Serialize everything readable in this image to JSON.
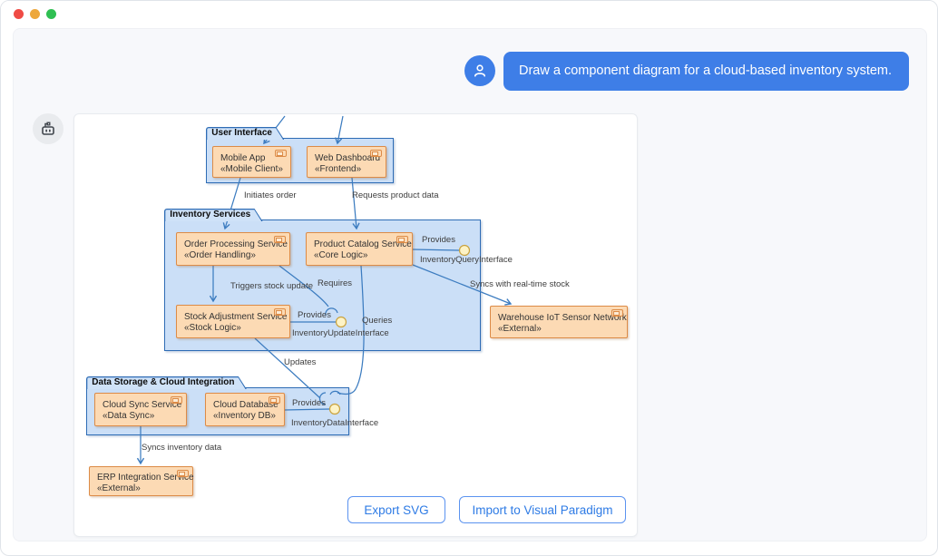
{
  "window": {
    "traffic_lights": {
      "red": "#ef4b45",
      "yellow": "#eda73b",
      "green": "#2fbf52"
    }
  },
  "chat": {
    "user_message": "Draw a component diagram for a cloud-based inventory system.",
    "user_avatar_icon": "person-icon",
    "bot_avatar_icon": "robot-icon"
  },
  "actions": {
    "export_svg": "Export SVG",
    "import_vp": "Import to Visual Paradigm"
  },
  "colors": {
    "accent_blue": "#3e7ee7",
    "package_fill": "#cbdff7",
    "package_border": "#2e6cb5",
    "component_fill": "#fcdab4",
    "component_border": "#dc8b47",
    "edge_blue": "#3c7cc0",
    "interface_ball_fill": "#fdf3c6",
    "interface_ball_border": "#c9a23f"
  },
  "diagram": {
    "packages": {
      "user_interface": "User Interface",
      "inventory_services": "Inventory Services",
      "data_storage": "Data Storage & Cloud Integration"
    },
    "components": {
      "mobile_app": {
        "name": "Mobile App",
        "stereotype": "«Mobile Client»"
      },
      "web_dashboard": {
        "name": "Web Dashboard",
        "stereotype": "«Frontend»"
      },
      "order_processing": {
        "name": "Order Processing Service",
        "stereotype": "«Order Handling»"
      },
      "product_catalog": {
        "name": "Product Catalog Service",
        "stereotype": "«Core Logic»"
      },
      "stock_adjustment": {
        "name": "Stock Adjustment Service",
        "stereotype": "«Stock Logic»"
      },
      "warehouse_iot": {
        "name": "Warehouse IoT Sensor Network",
        "stereotype": "«External»"
      },
      "cloud_sync": {
        "name": "Cloud Sync Service",
        "stereotype": "«Data Sync»"
      },
      "cloud_database": {
        "name": "Cloud Database",
        "stereotype": "«Inventory DB»"
      },
      "erp_integration": {
        "name": "ERP Integration Service",
        "stereotype": "«External»"
      }
    },
    "edges": {
      "initiates_order": "Initiates order",
      "requests_product_data": "Requests product data",
      "triggers_stock_update": "Triggers stock update",
      "requires": "Requires",
      "queries": "Queries",
      "updates": "Updates",
      "syncs_realtime": "Syncs with real-time stock",
      "syncs_inventory": "Syncs inventory data"
    },
    "interfaces": {
      "query": {
        "relation": "Provides",
        "name": "InventoryQueryInterface"
      },
      "update": {
        "relation": "Provides",
        "name": "InventoryUpdateInterface"
      },
      "data": {
        "relation": "Provides",
        "name": "InventoryDataInterface"
      }
    }
  }
}
